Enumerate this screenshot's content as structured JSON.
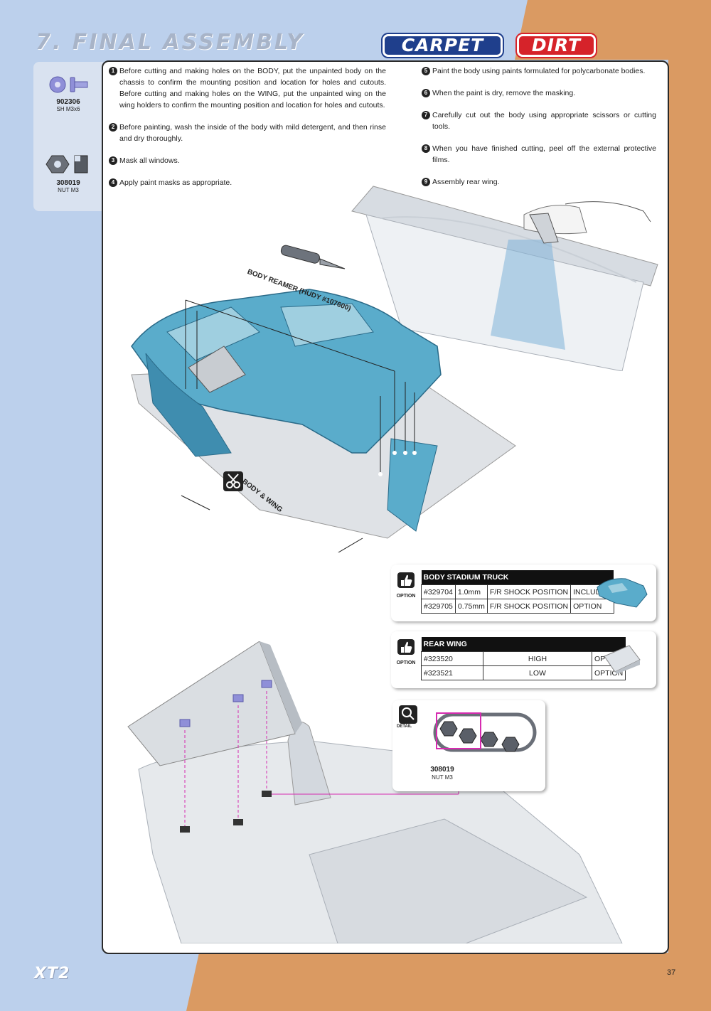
{
  "header": {
    "title": "7. FINAL ASSEMBLY",
    "badge_carpet": "CARPET",
    "badge_dirt": "DIRT"
  },
  "parts": [
    {
      "code": "902306",
      "desc": "SH M3x6",
      "icon": "screw-icon"
    },
    {
      "code": "308019",
      "desc": "NUT M3",
      "icon": "nut-icon"
    }
  ],
  "steps_left": [
    {
      "num": "1",
      "text": "Before cutting and making holes on the BODY, put the unpainted body on the chassis to confirm the mounting position and location for holes and cutouts. Before cutting and making holes on the WING, put the unpainted wing on the wing holders to confirm the mounting position and location for holes and cutouts."
    },
    {
      "num": "2",
      "text": "Before painting, wash the inside of the body with mild detergent, and then rinse and dry thoroughly."
    },
    {
      "num": "3",
      "text": "Mask all windows."
    },
    {
      "num": "4",
      "text": "Apply paint masks as appropriate."
    }
  ],
  "steps_right": [
    {
      "num": "5",
      "text": "Paint the body using paints formulated for polycarbonate bodies."
    },
    {
      "num": "6",
      "text": "When the paint is dry, remove the masking."
    },
    {
      "num": "7",
      "text": "Carefully cut out the body using appropriate scissors or cutting tools."
    },
    {
      "num": "8",
      "text": "When you have finished cutting, peel off the external protective films."
    },
    {
      "num": "9",
      "text": "Assembly rear wing."
    }
  ],
  "labels": {
    "reamer": "BODY REAMER (HUDY #107600)",
    "body_wing": "BODY & WING"
  },
  "option_body": {
    "option_label": "OPTION",
    "title": "BODY STADIUM TRUCK",
    "rows": [
      [
        "#329704",
        "1.0mm",
        "F/R SHOCK POSITION",
        "INCLUDED"
      ],
      [
        "#329705",
        "0.75mm",
        "F/R SHOCK POSITION",
        "OPTION"
      ]
    ]
  },
  "option_wing": {
    "option_label": "OPTION",
    "title": "REAR WING",
    "rows": [
      [
        "#323520",
        "HIGH",
        "OPTION"
      ],
      [
        "#323521",
        "LOW",
        "OPTION"
      ]
    ]
  },
  "detail": {
    "label": "DETAIL",
    "code": "308019",
    "desc": "NUT M3"
  },
  "footer": {
    "logo": "XT2",
    "page": "37"
  },
  "colors": {
    "orange": "#da9a62",
    "blue_bg": "#bcd0ec",
    "body_paint": "#5aaccb",
    "accent_magenta": "#d62bb0"
  }
}
